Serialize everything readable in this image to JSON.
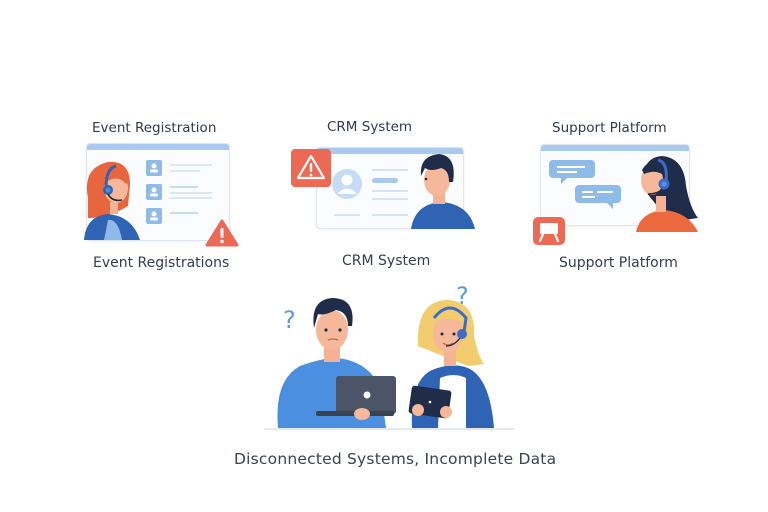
{
  "colors": {
    "accent_blue": "#4a8fe0",
    "light_blue": "#a9c9ee",
    "warning_red": "#ec6a55",
    "dark_navy": "#1f2d4a",
    "skin": "#f6b89a"
  },
  "panels": [
    {
      "title": "Event Registration",
      "caption": "Event Registrations",
      "icons": [
        "headset-agent-woman",
        "user-list",
        "warning-triangle-icon"
      ]
    },
    {
      "title": "CRM System",
      "caption": "CRM System",
      "icons": [
        "warning-badge-icon",
        "user-profile-card",
        "man-avatar"
      ]
    },
    {
      "title": "Support Platform",
      "caption": "Support Platform",
      "icons": [
        "chat-bubble-icon",
        "chat-bubble-icon",
        "headset-agent-woman",
        "presentation-board-icon"
      ]
    }
  ],
  "bottom_scene": {
    "question_marks": [
      "?",
      "?"
    ],
    "caption": "Disconnected Systems, Incomplete Data"
  }
}
